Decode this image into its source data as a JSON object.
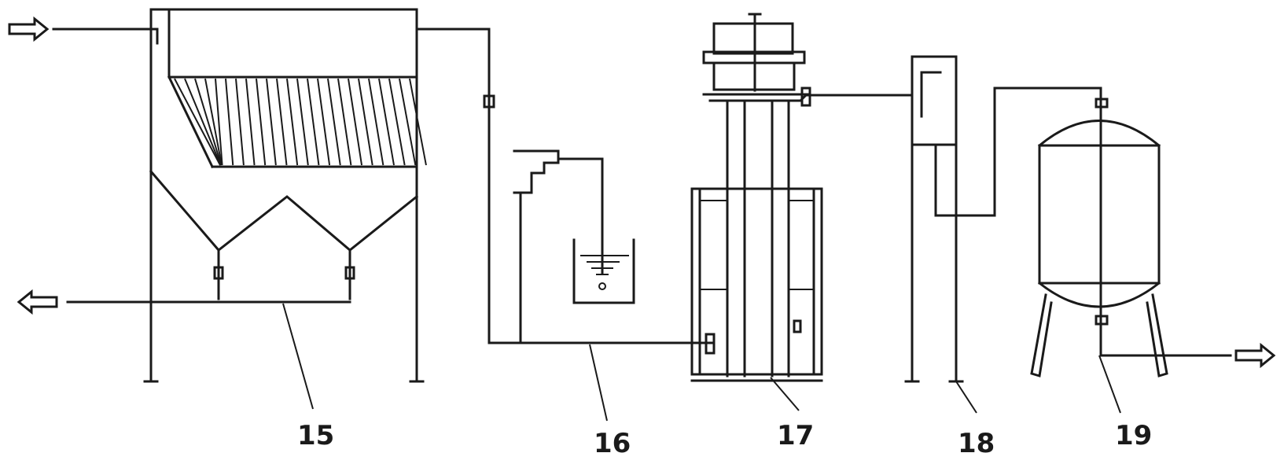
{
  "labels": {
    "settling_tank": "15",
    "dosing_unit": "16",
    "column_reactor": "17",
    "level_controller": "18",
    "storage_tank": "19"
  }
}
